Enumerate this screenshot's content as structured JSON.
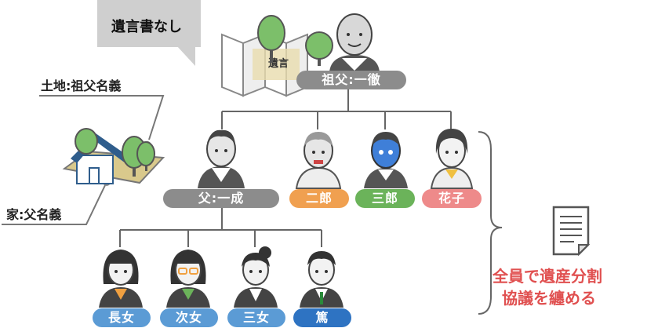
{
  "bubble": {
    "text": "遺言書なし"
  },
  "labels": {
    "land": "土地:祖父名義",
    "house": "家:父名義"
  },
  "people": {
    "grandfather": {
      "name": "祖父:一徹"
    },
    "father": {
      "name": "父:一成"
    },
    "jiro": {
      "name": "二郎"
    },
    "saburo": {
      "name": "三郎"
    },
    "hanako": {
      "name": "花子"
    },
    "chojo": {
      "name": "長女"
    },
    "jijo": {
      "name": "次女"
    },
    "sanjo": {
      "name": "三女"
    },
    "atsushi": {
      "name": "篤"
    }
  },
  "will_label": "遺言",
  "note": {
    "line1": "全員で遺産分割",
    "line2": "協議を纏める"
  },
  "colors": {
    "gray_badge": "#8c8c8c",
    "orange_badge": "#f0a050",
    "green_badge": "#6bb35a",
    "pink_badge": "#ee8a8a",
    "blue_badge": "#5b9bd5",
    "dark_blue_badge": "#2e73c2",
    "note_red": "#e05050",
    "tree_green": "#7cbf6a",
    "house_blue": "#2f5d8c"
  }
}
